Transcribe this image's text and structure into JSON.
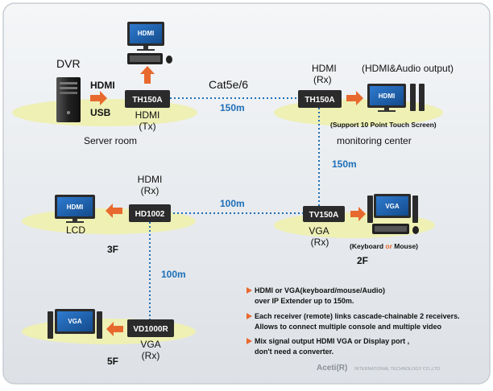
{
  "colors": {
    "ellipse": "#eef0b4",
    "box": "#2b2b2b",
    "dotted": "#1d6fb8",
    "arrow": "#e8692e",
    "screen": "#1c5fa8",
    "frame": "#dfe3e8"
  },
  "icons": [
    "tower-pc-icon",
    "monitor-icon",
    "keyboard-icon",
    "mouse-icon",
    "speaker-icon",
    "arrow-icon"
  ],
  "server": {
    "dvr": "DVR",
    "input1": "HDMI",
    "input2": "USB",
    "device": "TH150A",
    "device_port": "HDMI",
    "device_mode": "(Tx)",
    "room": "Server room",
    "local_screen": "HDMI"
  },
  "cable": {
    "label": "Cat5e/6"
  },
  "monitoring": {
    "port": "HDMI",
    "mode": "(Rx)",
    "output_note": "(HDMI&Audio output)",
    "device": "TH150A",
    "screen": "HDMI",
    "touch_note": "(Support 10 Point Touch Screen)",
    "room": "monitoring center"
  },
  "floor2": {
    "device": "TV150A",
    "port": "VGA",
    "mode": "(Rx)",
    "screen": "VGA",
    "kb_pre": "(Keyboard ",
    "kb_or": "or",
    "kb_post": " Mouse)",
    "floor": "2F"
  },
  "floor3": {
    "port": "HDMI",
    "mode": "(Rx)",
    "device": "HD1002",
    "display": "LCD",
    "screen": "HDMI",
    "floor": "3F"
  },
  "floor5": {
    "device": "VD1000R",
    "port": "VGA",
    "mode": "(Rx)",
    "screen": "VGA",
    "floor": "5F"
  },
  "distances": {
    "tx_to_mc": "150m",
    "mc_to_2f": "150m",
    "f2_to_3f": "100m",
    "f3_to_5f": "100m"
  },
  "bullets": [
    {
      "line1": "HDMI or VGA(keyboard/mouse/Audio)",
      "line2": "over IP Extender up to 150m."
    },
    {
      "line1": "Each receiver (remote) links cascade-chainable 2 receivers.",
      "line2": "Allows to connect multiple console and multiple video"
    },
    {
      "line1": "Mix signal output HDMI VGA or Display port ,",
      "line2": "don't need a converter."
    }
  ],
  "footer": {
    "brand": "Aceti(R)",
    "company": "INTERNATIONAL TECHNOLOGY CO.,LTD"
  }
}
